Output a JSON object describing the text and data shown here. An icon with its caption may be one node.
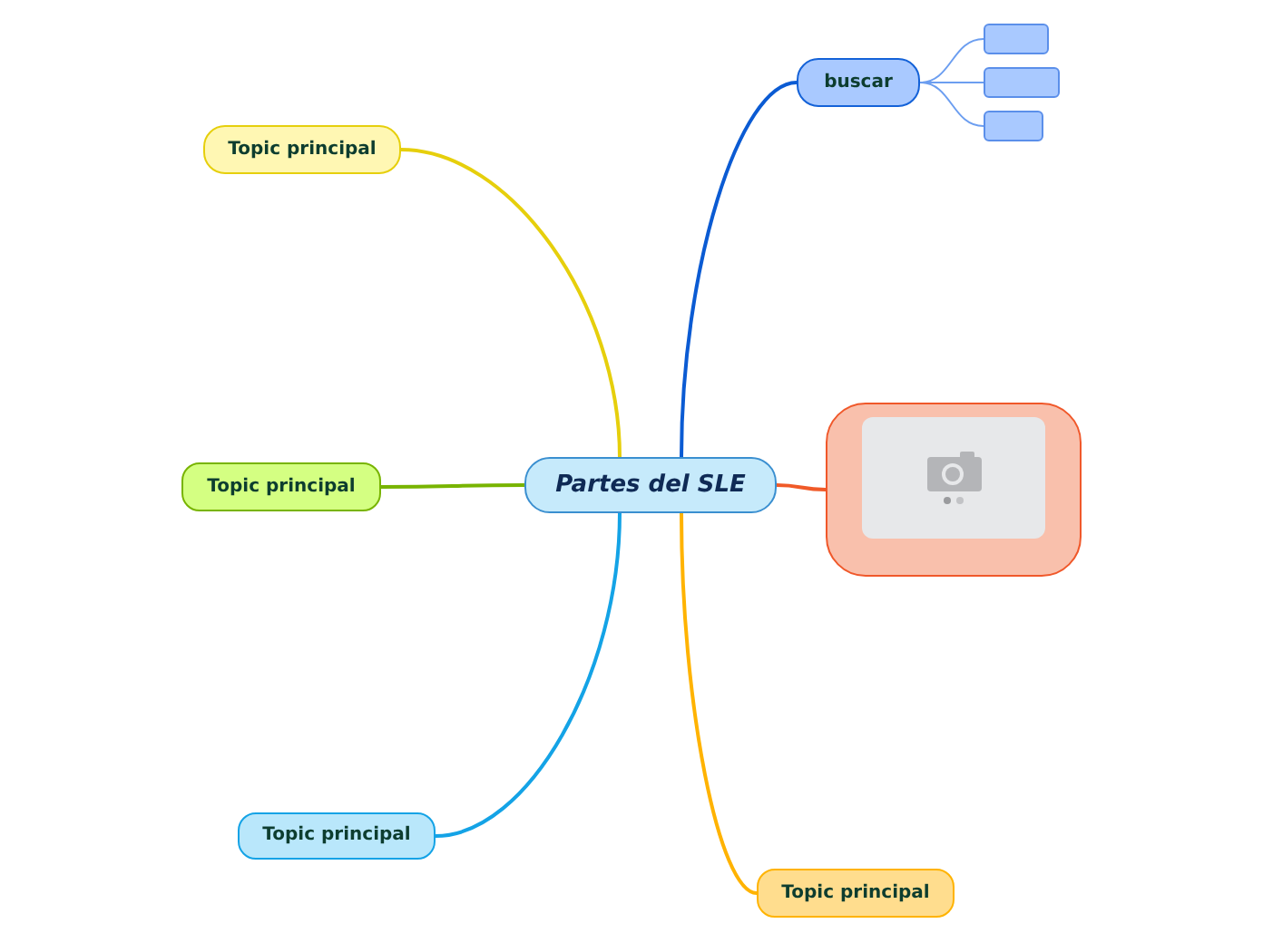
{
  "diagram": {
    "nodes": [
      {
        "text": [
          "Partes del SLE"
        ]
      },
      {
        "text": [
          "buscar"
        ]
      },
      {
        "text": [],
        "shape": "box"
      },
      {
        "text": [],
        "shape": "box"
      },
      {
        "text": [],
        "shape": "box"
      },
      {
        "text": [],
        "shape": "picture"
      },
      {
        "text": [
          "Topic principal"
        ]
      },
      {
        "text": [
          "Topic principal"
        ]
      },
      {
        "text": [
          "Topic principal"
        ]
      },
      {
        "text": [
          "Topic principal"
        ]
      }
    ],
    "edges": [
      {
        "from": 0,
        "to": 1,
        "arrow": "none",
        "color": "#0b5bd3"
      },
      {
        "from": 1,
        "to": 2,
        "arrow": "none",
        "color": "#6c9ef0"
      },
      {
        "from": 1,
        "to": 3,
        "arrow": "none",
        "color": "#6c9ef0"
      },
      {
        "from": 1,
        "to": 4,
        "arrow": "none",
        "color": "#6c9ef0"
      },
      {
        "from": 0,
        "to": 5,
        "arrow": "none",
        "color": "#f05a28"
      },
      {
        "from": 0,
        "to": 6,
        "arrow": "none",
        "color": "#e6cf0c"
      },
      {
        "from": 0,
        "to": 7,
        "arrow": "none",
        "color": "#78b400"
      },
      {
        "from": 0,
        "to": 8,
        "arrow": "none",
        "color": "#14a3e6"
      },
      {
        "from": 0,
        "to": 9,
        "arrow": "none",
        "color": "#ffb300"
      }
    ]
  }
}
